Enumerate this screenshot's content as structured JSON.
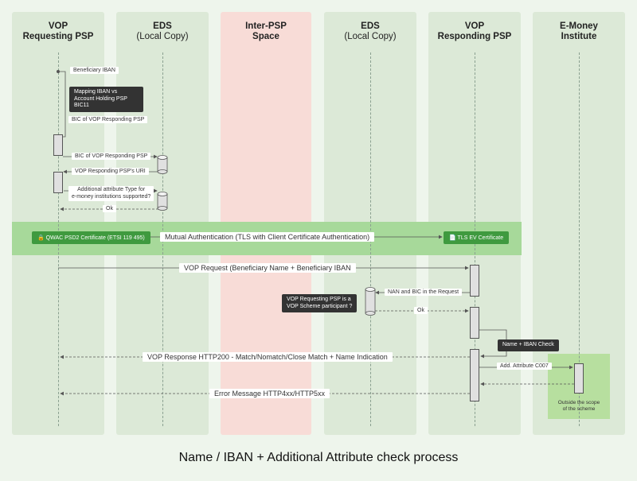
{
  "lanes": [
    {
      "title1": "VOP",
      "title2": "Requesting PSP"
    },
    {
      "title1": "EDS",
      "title2": "(Local Copy)"
    },
    {
      "title1": "Inter-PSP",
      "title2": "Space"
    },
    {
      "title1": "EDS",
      "title2": "(Local Copy)"
    },
    {
      "title1": "VOP",
      "title2": "Responding PSP"
    },
    {
      "title1": "E-Money",
      "title2": "Institute"
    }
  ],
  "messages": {
    "beneficiary_iban": "Beneficiary IBAN",
    "bic_responding_1": "BIC of VOP Responding PSP",
    "bic_responding_2": "BIC of VOP Responding PSP",
    "uri": "VOP Responding PSP's URI",
    "additional_type": "Additional attribute Type for\ne-money institutions supported?",
    "ok_1": "Ok",
    "mutual_auth": "Mutual Authentication (TLS with Client Certificate Authentication)",
    "vop_request": "VOP Request (Beneficiary Name + Beneficiary IBAN",
    "nan_bic": "NAN and BIC in the Request",
    "ok_2": "Ok",
    "vop_response": "VOP Response HTTP200 - Match/Nomatch/Close Match + Name Indication",
    "add_attribute": "Add. Attribute C007",
    "error_message": "Error Message HTTP4xx/HTTP5xx"
  },
  "notes": {
    "mapping": "Mapping IBAN vs\nAccount Holding PSP\nBIC11",
    "participant": "VOP Requesting PSP is a\nVOP Scheme participant ?",
    "name_iban_check": "Name + IBAN Check"
  },
  "certificates": {
    "qwac": "QWAC PSD2 Certificate (ETSI 119 495)",
    "tls_ev": "TLS EV Certificate"
  },
  "scope_note": "Outside the scope\nof the scheme",
  "footer_title": "Name / IBAN + Additional Attribute check process",
  "colors": {
    "lane_green": "#dce9d7",
    "lane_pink": "#f8dcd7",
    "band_green": "#a7d99a",
    "cert_green": "#3f9a3f",
    "note_dark": "#333333"
  }
}
